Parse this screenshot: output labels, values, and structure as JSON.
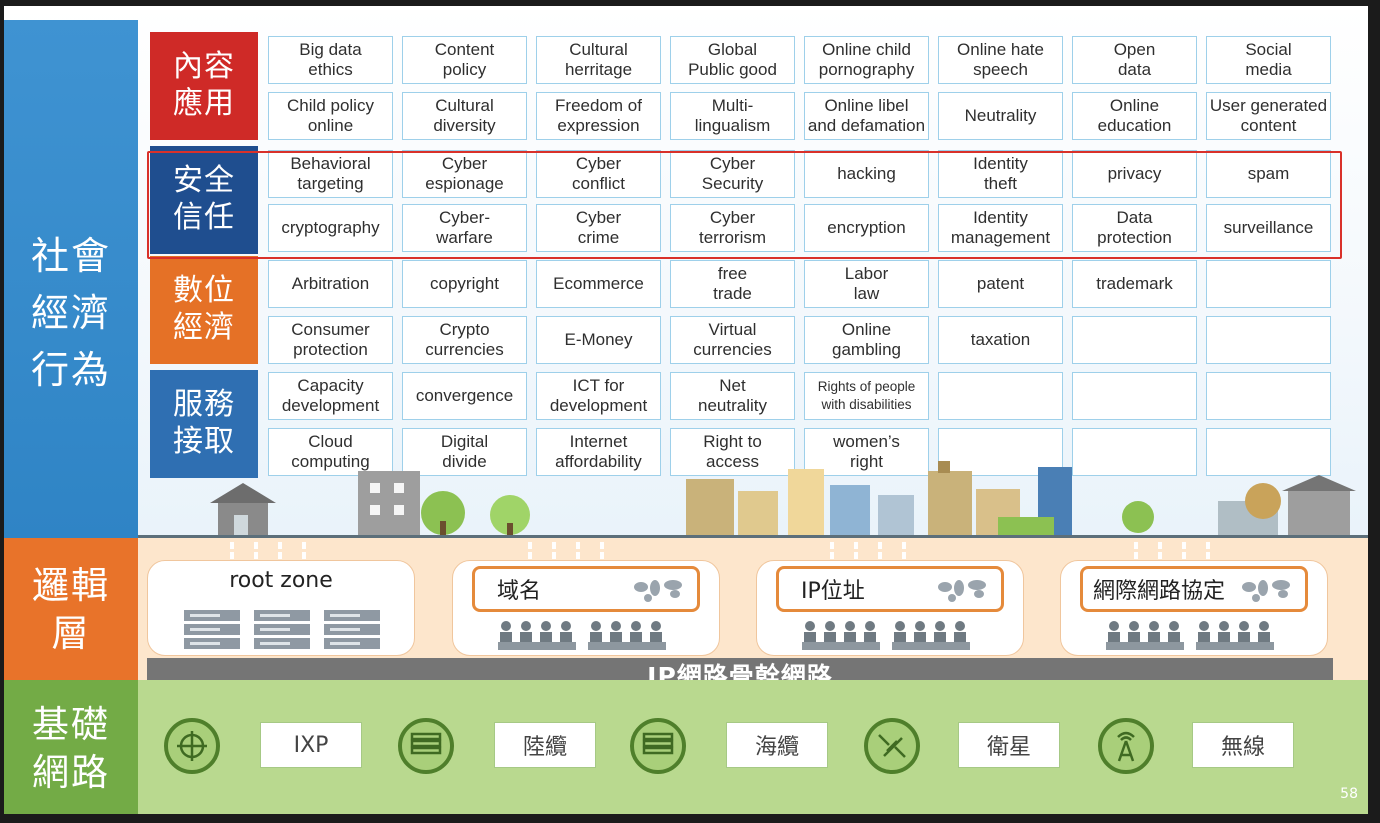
{
  "left_labels": {
    "social": "社會\n經濟\n行為",
    "logic": "邏輯\n層",
    "infra": "基礎\n網路"
  },
  "categories": [
    {
      "label": "內容\n應用",
      "color": "#cf2a27"
    },
    {
      "label": "安全\n信任",
      "color": "#1f4e8f"
    },
    {
      "label": "數位\n經濟",
      "color": "#e57126"
    },
    {
      "label": "服務\n接取",
      "color": "#2f6fb2"
    }
  ],
  "grid": [
    [
      "Big data\nethics",
      "Content\npolicy",
      "Cultural\nherritage",
      "Global\nPublic good",
      "Online child\npornography",
      "Online hate\nspeech",
      "Open\ndata",
      "Social\nmedia"
    ],
    [
      "Child policy\nonline",
      "Cultural\ndiversity",
      "Freedom  of\nexpression",
      "Multi-\nlingualism",
      "Online libel\nand defamation",
      "Neutrality",
      "Online\neducation",
      "User generated\ncontent"
    ],
    [
      "Behavioral\ntargeting",
      "Cyber\nespionage",
      "Cyber\nconflict",
      "Cyber\nSecurity",
      "hacking",
      "Identity\ntheft",
      "privacy",
      "spam"
    ],
    [
      "cryptography",
      "Cyber-\nwarfare",
      "Cyber\ncrime",
      "Cyber\nterrorism",
      "encryption",
      "Identity\nmanagement",
      "Data\nprotection",
      "surveillance"
    ],
    [
      "Arbitration",
      "copyright",
      "Ecommerce",
      "free\ntrade",
      "Labor\nlaw",
      "patent",
      "trademark",
      ""
    ],
    [
      "Consumer\nprotection",
      "Crypto\ncurrencies",
      "E-Money",
      "Virtual\ncurrencies",
      "Online\ngambling",
      "taxation",
      "",
      ""
    ],
    [
      "Capacity\ndevelopment",
      "convergence",
      "ICT for\ndevelopment",
      "Net\nneutrality",
      "Rights of people\nwith disabilities",
      "",
      "",
      ""
    ],
    [
      "Cloud\ncomputing",
      "Digital\ndivide",
      "Internet\naffordability",
      "Right to\naccess",
      "women’s\nright",
      "",
      "",
      ""
    ]
  ],
  "logic_layer": {
    "root_zone": "root zone",
    "tags": [
      "域名",
      "IP位址",
      "網際網路協定"
    ]
  },
  "backbone": "IP網路骨幹網路",
  "infra_items": [
    {
      "label": "IXP",
      "icon": "ixp-node-icon"
    },
    {
      "label": "陸纜",
      "icon": "land-cable-icon"
    },
    {
      "label": "海纜",
      "icon": "submarine-cable-icon"
    },
    {
      "label": "衛星",
      "icon": "satellite-icon"
    },
    {
      "label": "無線",
      "icon": "wireless-tower-icon"
    }
  ],
  "page_number": "58",
  "colors": {
    "highlight": "#d9312a",
    "cell_border": "#9ed0ea",
    "logic_bg": "#fde6cc",
    "infra_bg": "#b9d98f",
    "backbone": "#757575"
  }
}
